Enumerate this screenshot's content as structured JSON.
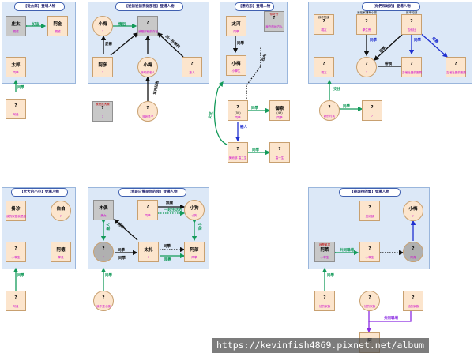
{
  "colors": {
    "green": "#139a5a",
    "blue": "#1f2fd0",
    "black": "#111111",
    "purple": "#8a2be2",
    "panel": "#dce8f7"
  },
  "panels": {
    "p1": {
      "title": "【從太郎】登場人物"
    },
    "p2": {
      "title": "【從前從前我從那裡】登場人物"
    },
    "p3": {
      "title": "【戀的形】登場人物"
    },
    "p4": {
      "title": "【你們和她的】登場人物"
    },
    "p5": {
      "title": "【大大的小小】登場人物"
    },
    "p6": {
      "title": "【我是白雪是你的我】登場人物"
    },
    "p7": {
      "title": "【被虐待的愛】登場人物"
    }
  },
  "nodes": {
    "n1a": {
      "name": "庄太",
      "sub": "親戚"
    },
    "n1b": {
      "name": "阿金",
      "sub": "親戚"
    },
    "n1c": {
      "name": "太郎",
      "sub": "同學"
    },
    "n1d": {
      "name": "?",
      "sub": "阿貴"
    },
    "n2a": {
      "name": "小梅",
      "sub": "?"
    },
    "n2b": {
      "name": "?",
      "sub": "我是那種的存在"
    },
    "n2c": {
      "name": "阿彦",
      "sub": "?"
    },
    "n2d": {
      "name": "小梅",
      "sub": "新町的老人"
    },
    "n2e": {
      "name": "?",
      "sub": "?",
      "top": "我是誰大家"
    },
    "n2f": {
      "name": "?",
      "sub": "流浪男子"
    },
    "n2g": {
      "name": "?",
      "sub": "旅人"
    },
    "n3a": {
      "name": "太河",
      "sub": "同學"
    },
    "n3b": {
      "name": "?",
      "sub": "我在的地方人",
      "top": "你好好"
    },
    "n3c": {
      "name": "小梅",
      "sub": "小學生"
    },
    "n3d": {
      "name": "?",
      "sub": "同學",
      "top": "(50)"
    },
    "n3e": {
      "name": "御泉",
      "sub": "同學",
      "top": "(49)"
    },
    "n3f": {
      "name": "?",
      "sub": "美術部 高二生"
    },
    "n3g": {
      "name": "?",
      "sub": "高一生"
    },
    "n4a": {
      "name": "?",
      "sub": "親友",
      "top": "我不知道"
    },
    "n4b": {
      "name": "?",
      "sub": "學生會",
      "top": "我在家裡有小孩"
    },
    "n4c": {
      "name": "?",
      "sub": "吉他社",
      "top": "我不知道"
    },
    "n4d": {
      "name": "?",
      "sub": "?"
    },
    "n4e": {
      "name": "?",
      "sub": "親友"
    },
    "n4f": {
      "name": "?",
      "sub": "吉他社團的團員"
    },
    "n4g": {
      "name": "?",
      "sub": "吉他社團的團員"
    },
    "n4h": {
      "name": "?",
      "sub": "新的村民"
    },
    "n4i": {
      "name": "?",
      "sub": "?"
    },
    "n5a": {
      "name": "掛珍",
      "sub": "我的家庭我是誰"
    },
    "n5b": {
      "name": "伯伯",
      "sub": "?"
    },
    "n5c": {
      "name": "?",
      "sub": "小學生"
    },
    "n5d": {
      "name": "阿德",
      "sub": "學長"
    },
    "n5e": {
      "name": "?",
      "sub": "阿貴"
    },
    "n6a": {
      "name": "木偶",
      "sub": "美女"
    },
    "n6b": {
      "name": "?",
      "sub": "同學"
    },
    "n6c": {
      "name": "小狗",
      "sub": "小狗"
    },
    "n6d": {
      "name": "?",
      "sub": "?"
    },
    "n6e": {
      "name": "太扎",
      "sub": "?"
    },
    "n6f": {
      "name": "阿部",
      "sub": "同學"
    },
    "n6g": {
      "name": "?",
      "sub": "我不是小孩"
    },
    "n7a": {
      "name": "阿萊",
      "sub": "小學生",
      "top": "我是某某"
    },
    "n7b": {
      "name": "?",
      "sub": "美術部"
    },
    "n7c": {
      "name": "小梅",
      "sub": "?"
    },
    "n7d": {
      "name": "?",
      "sub": "小學生"
    },
    "n7e": {
      "name": "?",
      "sub": "阿貴"
    },
    "n7f": {
      "name": "?",
      "sub": "他的家族"
    },
    "n7g": {
      "name": "?",
      "sub": "他的家族"
    },
    "n7h": {
      "name": "阿",
      "sub": ""
    }
  },
  "labels": {
    "e1": "好友",
    "e2": "同學",
    "e3": "情侶",
    "e4": "愛慕",
    "e5": "同一所學校",
    "e6": "某神秘者",
    "e7": "同學",
    "e8": "校內",
    "e9": "同學",
    "e10": "戀人",
    "e11": "同學",
    "e12": "交往",
    "e13": "交往",
    "e14": "同學",
    "e15": "同學",
    "e16": "同學",
    "e17": "同學",
    "e18": "愛慕",
    "e19": "帶領",
    "e20": "同學",
    "e21": "同學",
    "e22": "戀人",
    "e23": "無關",
    "e24": "一起生活的",
    "e25": "同學",
    "e26": "同學",
    "e27": "同學",
    "e28": "同學",
    "e29": "暗戀",
    "e30": "小孩",
    "e31": "同學",
    "e32": "共同職場"
  },
  "watermark": "https://kevinfish4869.pixnet.net/album"
}
